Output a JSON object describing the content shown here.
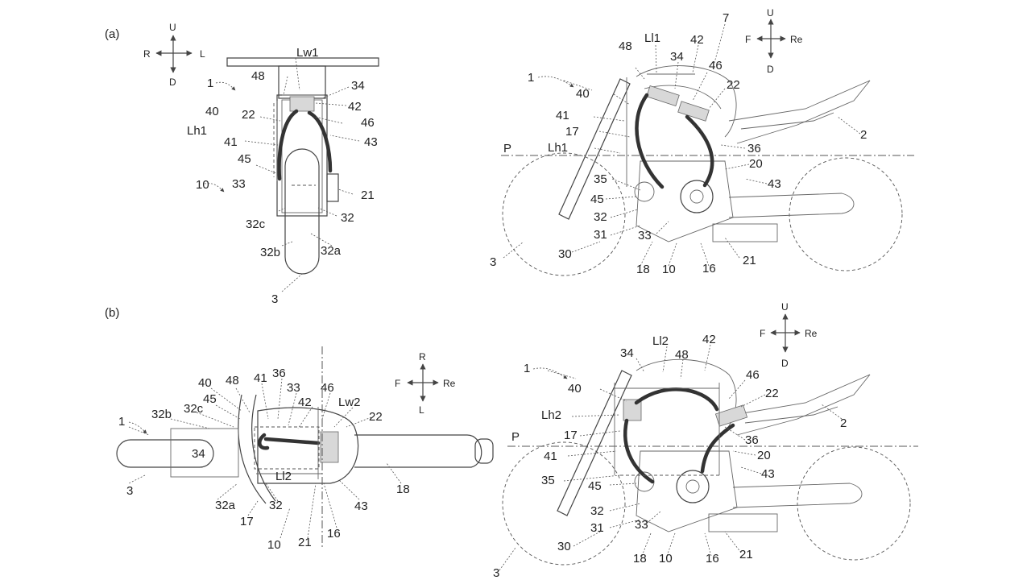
{
  "panels": {
    "a": {
      "label": "(a)"
    },
    "b": {
      "label": "(b)"
    }
  },
  "compass_ud_rl": {
    "up": "U",
    "down": "D",
    "left": "R",
    "right": "L"
  },
  "compass_ud_fre": {
    "up": "U",
    "down": "D",
    "left": "F",
    "right": "Re"
  },
  "compass_rl_fre": {
    "up": "R",
    "down": "L",
    "left": "F",
    "right": "Re"
  },
  "plane_label": "P",
  "a_front": {
    "Lw1": "Lw1",
    "n48": "48",
    "n1": "1",
    "n34": "34",
    "n42": "42",
    "n40": "40",
    "n22": "22",
    "n46": "46",
    "Lh1": "Lh1",
    "n43": "43",
    "n41": "41",
    "n45": "45",
    "n10": "10",
    "n33": "33",
    "n21": "21",
    "n32": "32",
    "n32c": "32c",
    "n32b": "32b",
    "n32a": "32a",
    "n3": "3"
  },
  "a_side": {
    "n48": "48",
    "Ll1": "Ll1",
    "n42": "42",
    "n7": "7",
    "n34": "34",
    "n46": "46",
    "n1": "1",
    "n40": "40",
    "n22": "22",
    "n41": "41",
    "n17": "17",
    "n2": "2",
    "Lh1": "Lh1",
    "n36": "36",
    "n20": "20",
    "n35": "35",
    "n43": "43",
    "n45": "45",
    "n32": "32",
    "n31": "31",
    "n33": "33",
    "n30": "30",
    "n3": "3",
    "n18": "18",
    "n10": "10",
    "n16": "16",
    "n21": "21"
  },
  "b_top": {
    "n40": "40",
    "n48": "48",
    "n41": "41",
    "n36": "36",
    "n33": "33",
    "n46": "46",
    "n45": "45",
    "n32c": "32c",
    "n32b": "32b",
    "n42": "42",
    "Lw2": "Lw2",
    "n22": "22",
    "n1": "1",
    "n34": "34",
    "Ll2": "Ll2",
    "n3": "3",
    "n32a": "32a",
    "n32": "32",
    "n43": "43",
    "n18": "18",
    "n17": "17",
    "n10": "10",
    "n21": "21",
    "n16": "16"
  },
  "b_side": {
    "n34": "34",
    "Ll2": "Ll2",
    "n48": "48",
    "n42": "42",
    "n1": "1",
    "n40": "40",
    "n46": "46",
    "n22": "22",
    "Lh2": "Lh2",
    "n2": "2",
    "n17": "17",
    "n36": "36",
    "n41": "41",
    "n20": "20",
    "n43": "43",
    "n35": "35",
    "n45": "45",
    "n32": "32",
    "n31": "31",
    "n33": "33",
    "n30": "30",
    "n18": "18",
    "n10": "10",
    "n16": "16",
    "n21": "21",
    "n3": "3"
  }
}
